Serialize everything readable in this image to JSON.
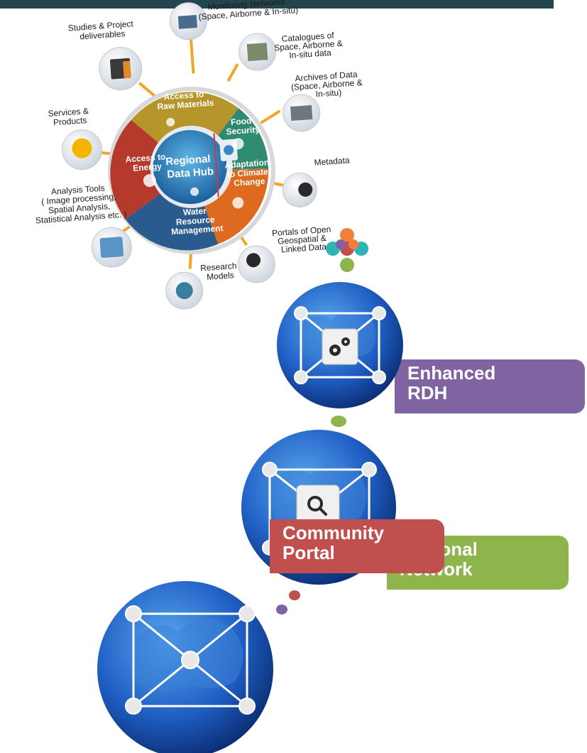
{
  "hub": {
    "center": [
      "Regional",
      "Data Hub"
    ],
    "segments": {
      "raw_materials": [
        "Access to",
        "Raw Materials"
      ],
      "food_security": [
        "Food",
        "Security"
      ],
      "climate": [
        "Adaptation",
        "to Climate",
        "Change"
      ],
      "water": [
        "Water",
        "Resource",
        "Management"
      ],
      "energy": [
        "Access to",
        "Energy"
      ]
    },
    "peripherals": {
      "studies": [
        "Studies & Project",
        "deliverables"
      ],
      "monitoring": [
        "Monitoring Networks",
        "(Space, Airborne & In-situ)"
      ],
      "catalogues": [
        "Catalogues of",
        "Space, Airborne &",
        "In-situ data"
      ],
      "archives": [
        "Archives of Data",
        "(Space, Airborne &",
        "In-situ)"
      ],
      "metadata": [
        "Metadata"
      ],
      "portals": [
        "Portals of Open",
        "Geospatial &",
        "Linked Data"
      ],
      "research": [
        "Research",
        "Models"
      ],
      "analysis": [
        "Analysis Tools",
        "( Image processing,",
        "Spatial Analysis,",
        "Statistical Analysis etc. )"
      ],
      "services": [
        "Services &",
        "Products"
      ]
    }
  },
  "stages": [
    {
      "line1": "Enhanced",
      "line2": "RDH",
      "color": "#8064a2",
      "icon": "gears-icon"
    },
    {
      "line1": "Regional",
      "line2": "Network",
      "color": "#8db54b",
      "icon": "search-icon"
    },
    {
      "line1": "Community",
      "line2": "Portal",
      "color": "#c0504d",
      "icon": "none"
    }
  ]
}
